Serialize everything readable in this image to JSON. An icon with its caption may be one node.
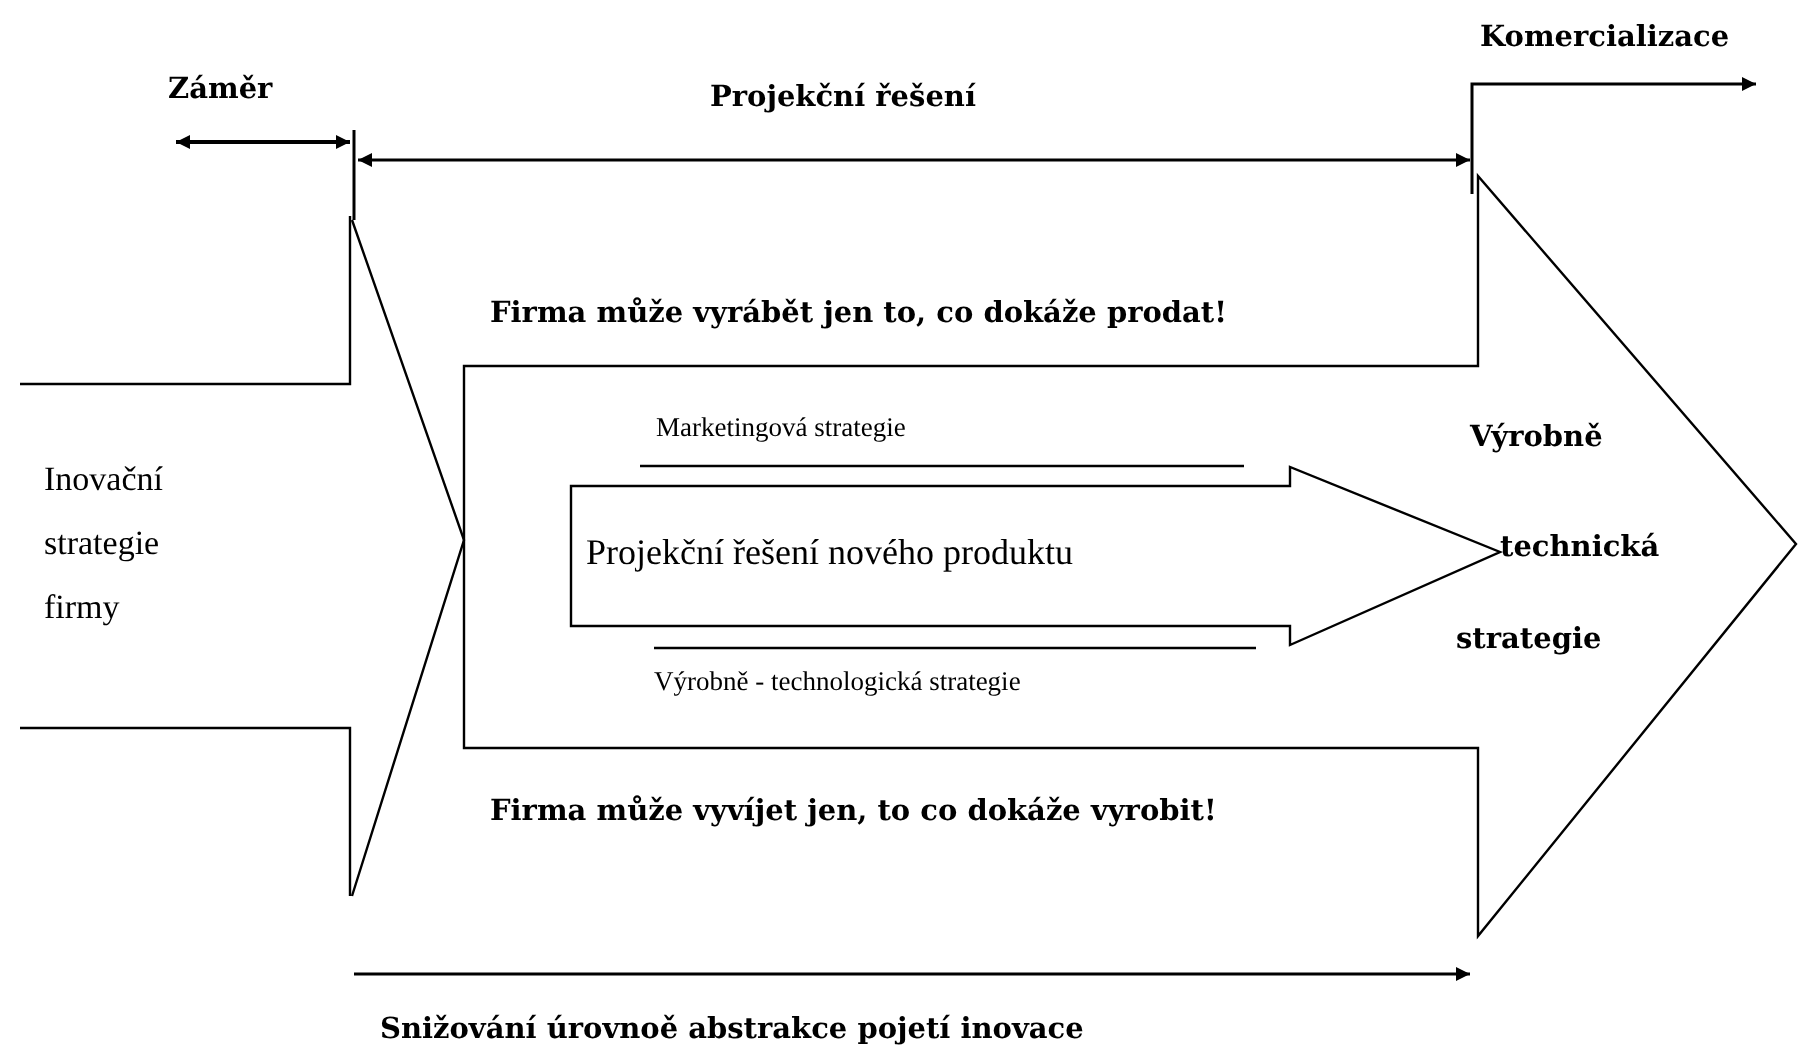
{
  "diagram": {
    "nodes": [
      {
        "text": [
          "Projekční řešení nového produktu"
        ]
      }
    ],
    "labels": [
      "Záměr",
      "Projekční řešení",
      "Komercializace",
      "Firma může vyrábět jen to, co dokáže prodat!",
      "Inovační strategie firmy",
      "Marketingová strategie",
      "Výrobně",
      "technická",
      "strategie",
      "Výrobně - technologická strategie",
      "Firma může vyvíjet jen, to co dokáže vyrobit!",
      "Snižování úrovnoě abstrakce pojetí inovace"
    ]
  }
}
